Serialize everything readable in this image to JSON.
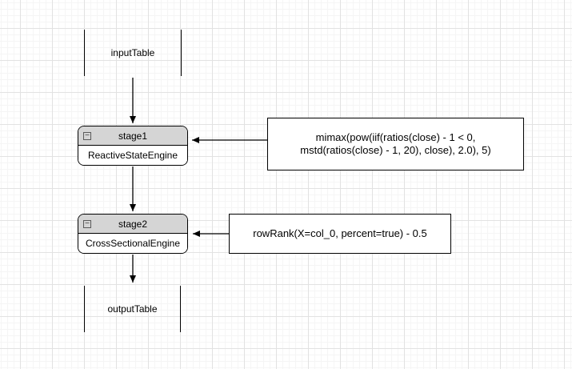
{
  "diagram": {
    "input_table": {
      "label": "inputTable"
    },
    "stage1": {
      "title": "stage1",
      "engine": "ReactiveStateEngine"
    },
    "stage2": {
      "title": "stage2",
      "engine": "CrossSectionalEngine"
    },
    "output_table": {
      "label": "outputTable"
    },
    "stage1_metric": {
      "lines": [
        "mimax(pow(iif(ratios(close) - 1 < 0,",
        "mstd(ratios(close) - 1, 20), close), 2.0), 5)"
      ]
    },
    "stage2_metric": {
      "label": "rowRank(X=col_0, percent=true) - 0.5"
    }
  },
  "icons": {
    "collapse_minus": "−"
  },
  "colors": {
    "node_header_fill": "#d5d5d5",
    "node_body_fill": "#ffffff",
    "shape_border": "#000000",
    "arrow": "#000000",
    "grid_major": "#e2e2e2",
    "grid_minor": "#f5f5f5",
    "canvas_bg": "#ffffff"
  }
}
